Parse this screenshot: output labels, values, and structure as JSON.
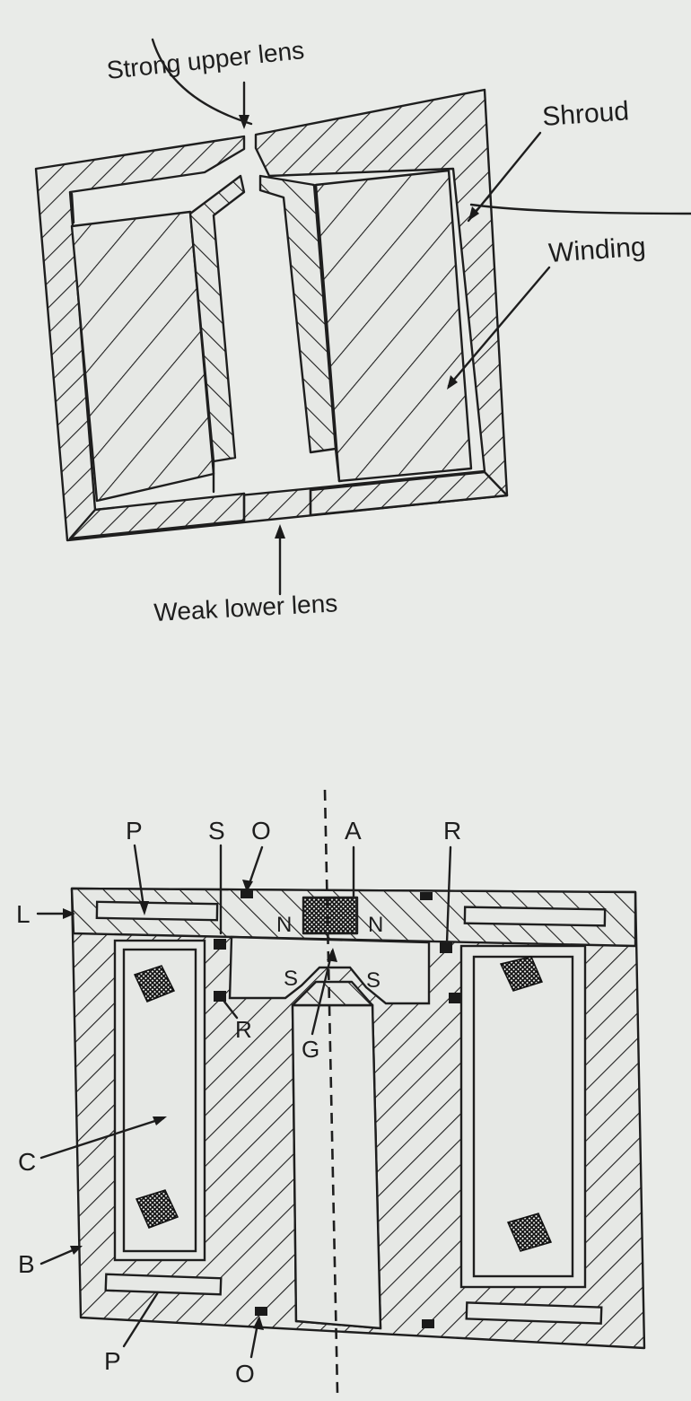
{
  "top_diagram": {
    "labels": {
      "strong_upper_lens": "Strong upper lens",
      "shroud": "Shroud",
      "winding": "Winding",
      "weak_lower_lens": "Weak lower lens"
    }
  },
  "bottom_diagram": {
    "labels": {
      "P_top": "P",
      "S": "S",
      "O_top": "O",
      "A": "A",
      "R_top": "R",
      "L": "L",
      "N_left": "N",
      "N_right": "N",
      "S_left": "S",
      "S_right": "S",
      "R_left": "R",
      "G": "G",
      "C": "C",
      "B": "B",
      "P_bottom": "P",
      "O_bottom": "O"
    }
  },
  "colors": {
    "paper": "#e9ebe8",
    "ink": "#1e1e1e"
  }
}
